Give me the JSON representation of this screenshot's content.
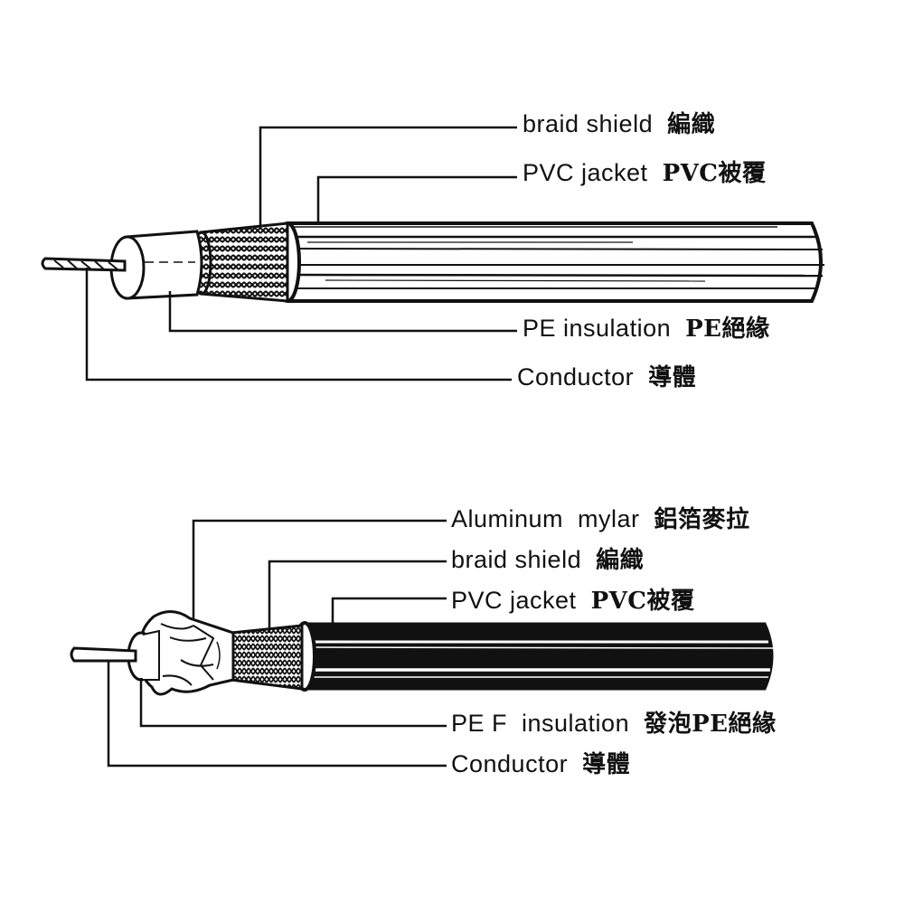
{
  "top_cable": {
    "labels": {
      "braid_shield": {
        "en": "braid shield",
        "zh": "編織"
      },
      "pvc_jacket": {
        "en": "PVC jacket",
        "zh": "PVC被覆"
      },
      "pe_insulation": {
        "en": "PE insulation",
        "zh": "PE絕緣"
      },
      "conductor": {
        "en": "Conductor",
        "zh": "導體"
      }
    }
  },
  "bottom_cable": {
    "labels": {
      "aluminum_mylar": {
        "en": "Aluminum  mylar",
        "zh": "鋁箔麥拉"
      },
      "braid_shield": {
        "en": "braid shield",
        "zh": "編織"
      },
      "pvc_jacket": {
        "en": "PVC jacket",
        "zh": "PVC被覆"
      },
      "pef_insulation": {
        "en": "PE F  insulation",
        "zh": "發泡PE絕緣"
      },
      "conductor": {
        "en": "Conductor",
        "zh": "導體"
      }
    }
  },
  "colors": {
    "ink": "#111111",
    "paper": "#ffffff"
  }
}
